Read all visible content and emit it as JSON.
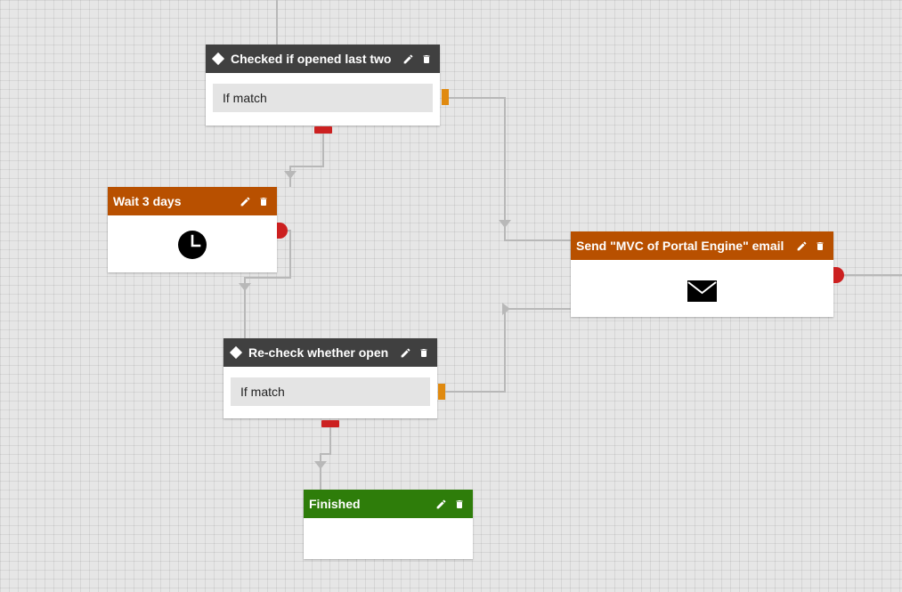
{
  "colors": {
    "canvas": "#e6e6e6",
    "header_condition": "#404040",
    "header_action": "#b85000",
    "header_finish": "#2e7d0a",
    "port_true": "#e08a10",
    "port_false": "#cc2020",
    "connector": "#b8b8b8"
  },
  "nodes": {
    "check_opened": {
      "title": "Checked if opened last two",
      "type_icon": "diamond-icon",
      "case_label": "If match"
    },
    "wait": {
      "title": "Wait 3 days",
      "body_icon": "clock-icon"
    },
    "send_email": {
      "title": "Send \"MVC of Portal Engine\" email",
      "body_icon": "envelope-icon"
    },
    "recheck": {
      "title": "Re-check whether open",
      "type_icon": "diamond-icon",
      "case_label": "If match"
    },
    "finished": {
      "title": "Finished"
    }
  },
  "header_actions": [
    "edit-icon",
    "delete-icon"
  ]
}
